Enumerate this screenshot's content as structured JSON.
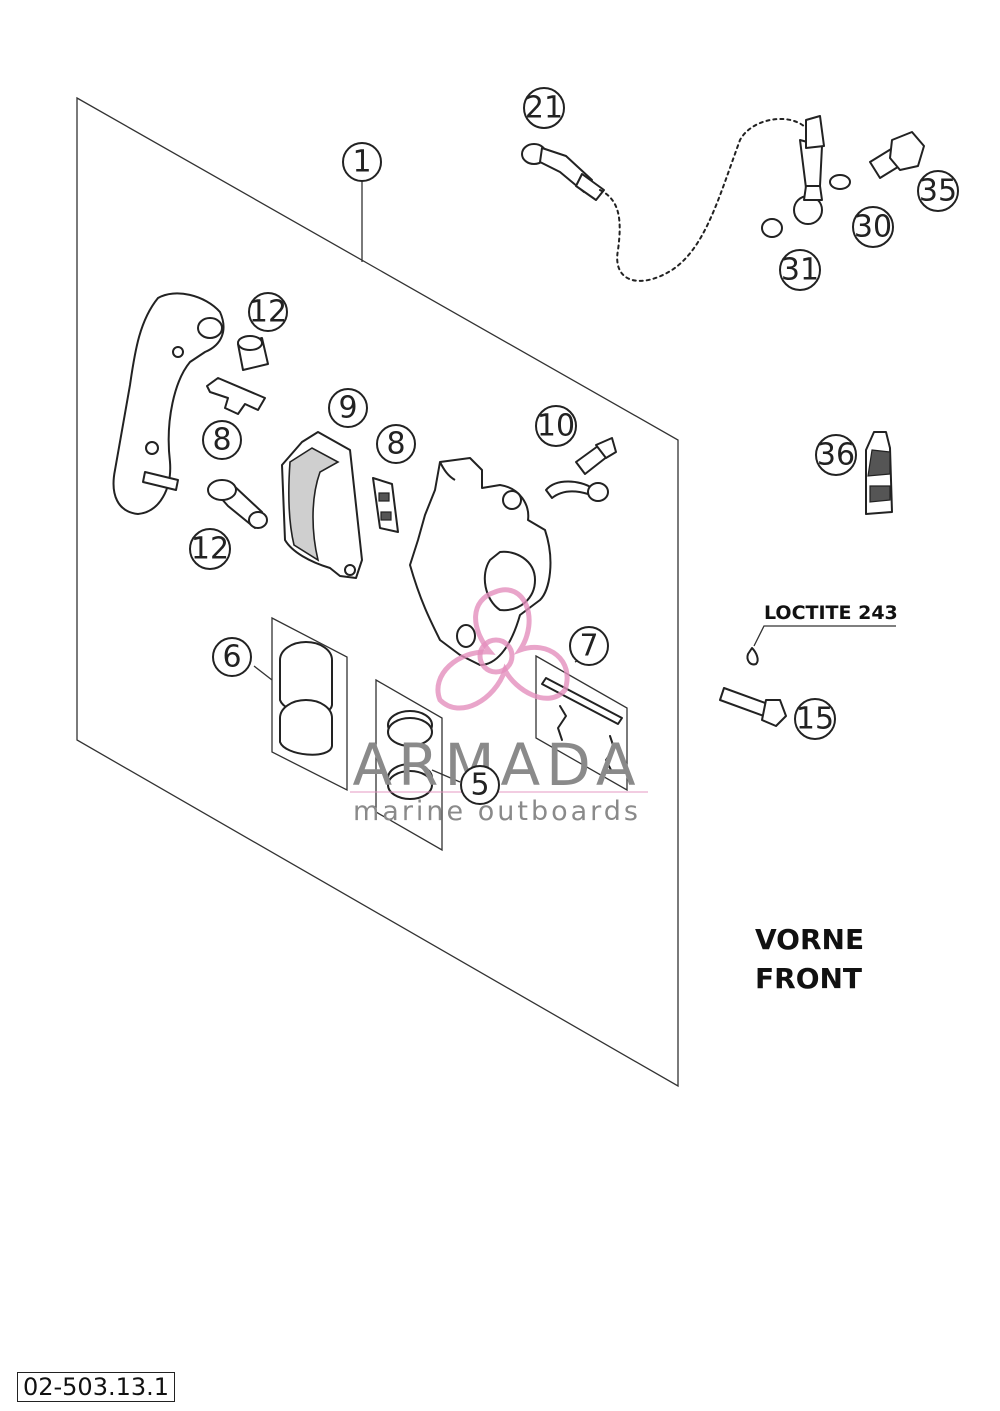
{
  "callouts": [
    "1",
    "21",
    "12",
    "8",
    "9",
    "8",
    "10",
    "12",
    "6",
    "5",
    "7",
    "30",
    "35",
    "31",
    "36",
    "15"
  ],
  "annotations": {
    "loctite": "LOCTITE 243",
    "front_de": "VORNE",
    "front_en": "FRONT"
  },
  "watermark": {
    "brand": "ARMADA",
    "tagline": "marine outboards",
    "accent_color": "#e38fbd"
  },
  "reference": "02-503.13.1"
}
